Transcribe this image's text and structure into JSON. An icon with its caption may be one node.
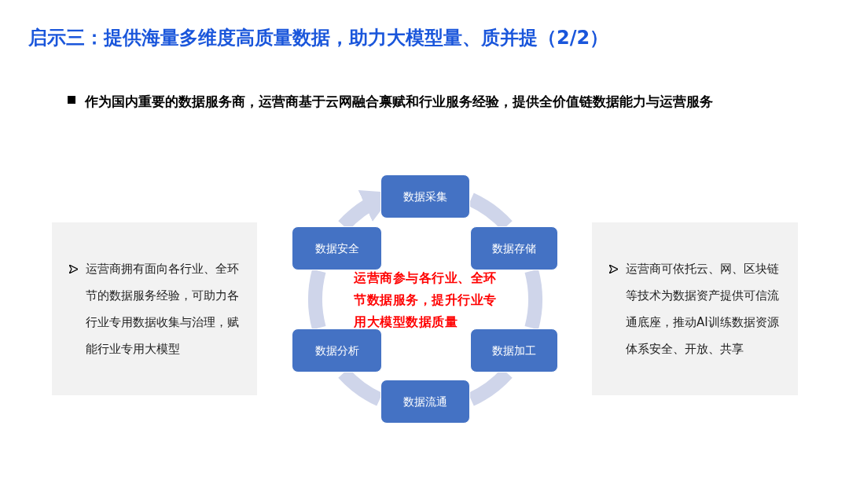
{
  "diagram": {
    "title": "启示三：提供海量多维度高质量数据，助力大模型量、质并提（2/2）",
    "nodes": [
      {
        "text": [
          "数据采集"
        ]
      },
      {
        "text": [
          "数据存储"
        ]
      },
      {
        "text": [
          "数据加工"
        ]
      },
      {
        "text": [
          "数据流通"
        ]
      },
      {
        "text": [
          "数据分析"
        ]
      },
      {
        "text": [
          "数据安全"
        ]
      },
      {
        "text": [
          "运营商拥有面向各行业、全环节的数据服务经验，可助力各行业专用数据收集与治理，赋能行业专用大模型"
        ]
      },
      {
        "text": [
          "运营商可依托云、网、区块链等技术为数据资产提供可信流通底座，推动AI训练数据资源体系安全、开放、共享"
        ]
      }
    ],
    "edges": [
      {
        "from": 0,
        "to": 1,
        "arrow": "none"
      },
      {
        "from": 1,
        "to": 2,
        "arrow": "none"
      },
      {
        "from": 2,
        "to": 3,
        "arrow": "none"
      },
      {
        "from": 3,
        "to": 4,
        "arrow": "none"
      },
      {
        "from": 4,
        "to": 5,
        "arrow": "none"
      },
      {
        "from": 5,
        "to": 0,
        "arrow": "to"
      }
    ],
    "labels": [
      "作为国内重要的数据服务商，运营商基于云网融合禀赋和行业服务经验，提供全价值链数据能力与运营服务",
      "运营商参与各行业、全环节数据服务，提升行业专用大模型数据质量"
    ]
  }
}
